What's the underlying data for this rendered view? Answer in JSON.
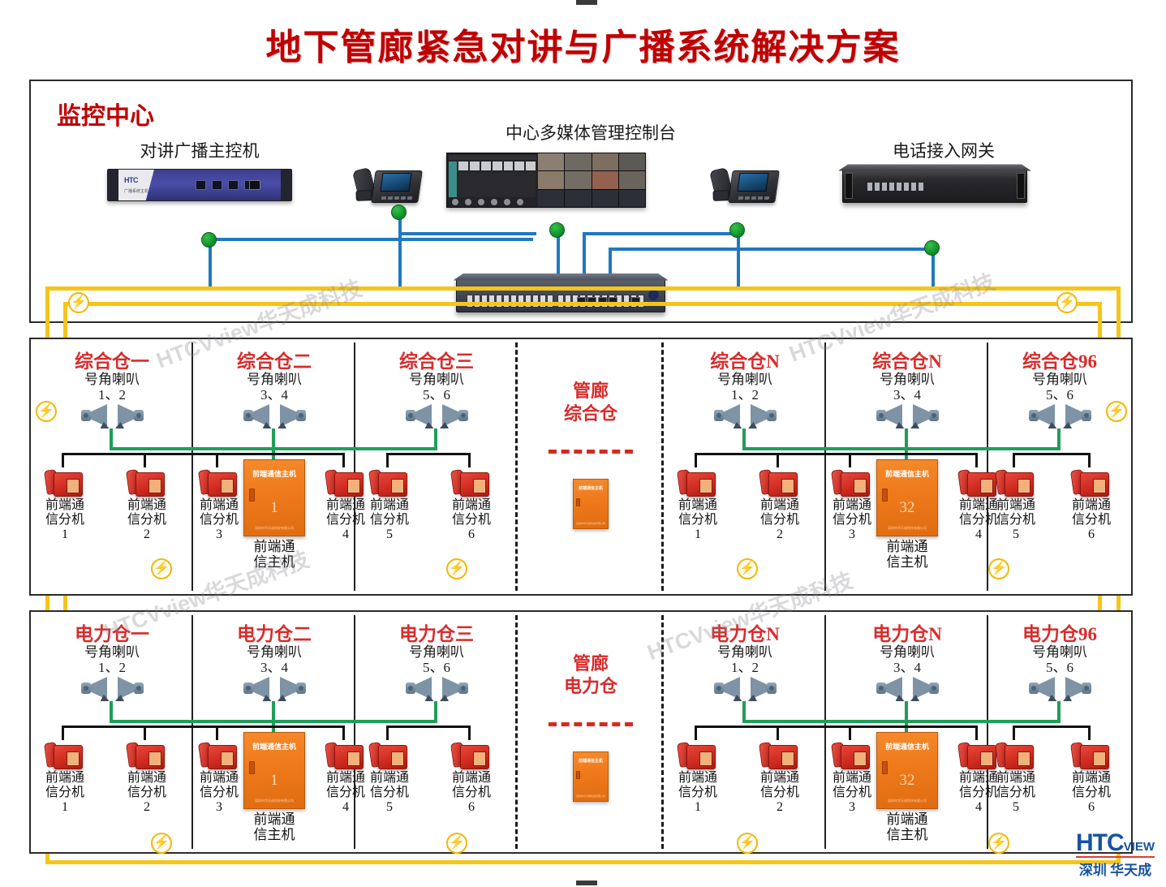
{
  "title": "地下管廊紧急对讲与广播系统解决方案",
  "watermark": "HTCVview华天成科技",
  "center": {
    "label": "监控中心",
    "devices": [
      {
        "caption": "对讲广播主控机",
        "type": "rack-blue"
      },
      {
        "caption": "中心多媒体管理控制台",
        "type": "console"
      },
      {
        "caption": "电话接入网关",
        "type": "rack-black"
      }
    ]
  },
  "rows": [
    {
      "mid_title": "管廊\n综合仓",
      "mid_title_l1": "管廊",
      "mid_title_l2": "综合仓",
      "mid_cabinet_label": "前端通信主机",
      "bays": [
        {
          "title": "综合仓一",
          "speaker_label": "号角喇叭",
          "speaker_ids": "1、2",
          "phones": [
            {
              "label": "前端通\n信分机",
              "l1": "前端通",
              "l2": "信分机",
              "num": "1"
            },
            {
              "label": "前端通\n信分机",
              "l1": "前端通",
              "l2": "信分机",
              "num": "2"
            }
          ],
          "host": null
        },
        {
          "title": "综合仓二",
          "speaker_label": "号角喇叭",
          "speaker_ids": "3、4",
          "phones": [
            {
              "l1": "前端通",
              "l2": "信分机",
              "num": "3"
            },
            {
              "l1": "前端通",
              "l2": "信分机",
              "num": "4"
            }
          ],
          "host": {
            "top_label": "前端通信主机",
            "number": "1",
            "caption_l1": "前端通",
            "caption_l2": "信主机"
          }
        },
        {
          "title": "综合仓三",
          "speaker_label": "号角喇叭",
          "speaker_ids": "5、6",
          "phones": [
            {
              "l1": "前端通",
              "l2": "信分机",
              "num": "5"
            },
            {
              "l1": "前端通",
              "l2": "信分机",
              "num": "6"
            }
          ],
          "host": null
        },
        {
          "title": "综合仓N",
          "speaker_label": "号角喇叭",
          "speaker_ids": "1、2",
          "phones": [
            {
              "l1": "前端通",
              "l2": "信分机",
              "num": "1"
            },
            {
              "l1": "前端通",
              "l2": "信分机",
              "num": "2"
            }
          ],
          "host": null
        },
        {
          "title": "综合仓N",
          "speaker_label": "号角喇叭",
          "speaker_ids": "3、4",
          "phones": [
            {
              "l1": "前端通",
              "l2": "信分机",
              "num": "3"
            },
            {
              "l1": "前端通",
              "l2": "信分机",
              "num": "4"
            }
          ],
          "host": {
            "top_label": "前端通信主机",
            "number": "32",
            "caption_l1": "前端通",
            "caption_l2": "信主机"
          }
        },
        {
          "title": "综合仓96",
          "speaker_label": "号角喇叭",
          "speaker_ids": "5、6",
          "phones": [
            {
              "l1": "前端通",
              "l2": "信分机",
              "num": "5"
            },
            {
              "l1": "前端通",
              "l2": "信分机",
              "num": "6"
            }
          ],
          "host": null
        }
      ]
    },
    {
      "mid_title_l1": "管廊",
      "mid_title_l2": "电力仓",
      "mid_cabinet_label": "前端通信主机",
      "bays": [
        {
          "title": "电力仓一",
          "speaker_label": "号角喇叭",
          "speaker_ids": "1、2",
          "phones": [
            {
              "l1": "前端通",
              "l2": "信分机",
              "num": "1"
            },
            {
              "l1": "前端通",
              "l2": "信分机",
              "num": "2"
            }
          ],
          "host": null
        },
        {
          "title": "电力仓二",
          "speaker_label": "号角喇叭",
          "speaker_ids": "3、4",
          "phones": [
            {
              "l1": "前端通",
              "l2": "信分机",
              "num": "3"
            },
            {
              "l1": "前端通",
              "l2": "信分机",
              "num": "4"
            }
          ],
          "host": {
            "top_label": "前端通信主机",
            "number": "1",
            "caption_l1": "前端通",
            "caption_l2": "信主机"
          }
        },
        {
          "title": "电力仓三",
          "speaker_label": "号角喇叭",
          "speaker_ids": "5、6",
          "phones": [
            {
              "l1": "前端通",
              "l2": "信分机",
              "num": "5"
            },
            {
              "l1": "前端通",
              "l2": "信分机",
              "num": "6"
            }
          ],
          "host": null
        },
        {
          "title": "电力仓N",
          "speaker_label": "号角喇叭",
          "speaker_ids": "1、2",
          "phones": [
            {
              "l1": "前端通",
              "l2": "信分机",
              "num": "1"
            },
            {
              "l1": "前端通",
              "l2": "信分机",
              "num": "2"
            }
          ],
          "host": null
        },
        {
          "title": "电力仓N",
          "speaker_label": "号角喇叭",
          "speaker_ids": "3、4",
          "phones": [
            {
              "l1": "前端通",
              "l2": "信分机",
              "num": "3"
            },
            {
              "l1": "前端通",
              "l2": "信分机",
              "num": "4"
            }
          ],
          "host": {
            "top_label": "前端通信主机",
            "number": "32",
            "caption_l1": "前端通",
            "caption_l2": "信主机"
          }
        },
        {
          "title": "电力仓96",
          "speaker_label": "号角喇叭",
          "speaker_ids": "5、6",
          "phones": [
            {
              "l1": "前端通",
              "l2": "信分机",
              "num": "5"
            },
            {
              "l1": "前端通",
              "l2": "信分机",
              "num": "6"
            }
          ],
          "host": null
        }
      ]
    }
  ],
  "brand": {
    "line1_main": "HTC",
    "line1_sub": "VIEW",
    "line2": "深圳 华天成"
  },
  "colors": {
    "title_red": "#c00000",
    "bay_title_red": "#d92b2b",
    "fiber_yellow": "#f5c518",
    "ethernet_blue": "#1f78c1",
    "node_green": "#0f8a27",
    "cabinet_orange": "#ef7b1c",
    "brand_blue": "#1553a0"
  },
  "icons": {
    "fiber": "fiber-bolt-icon",
    "node": "network-node-icon"
  }
}
